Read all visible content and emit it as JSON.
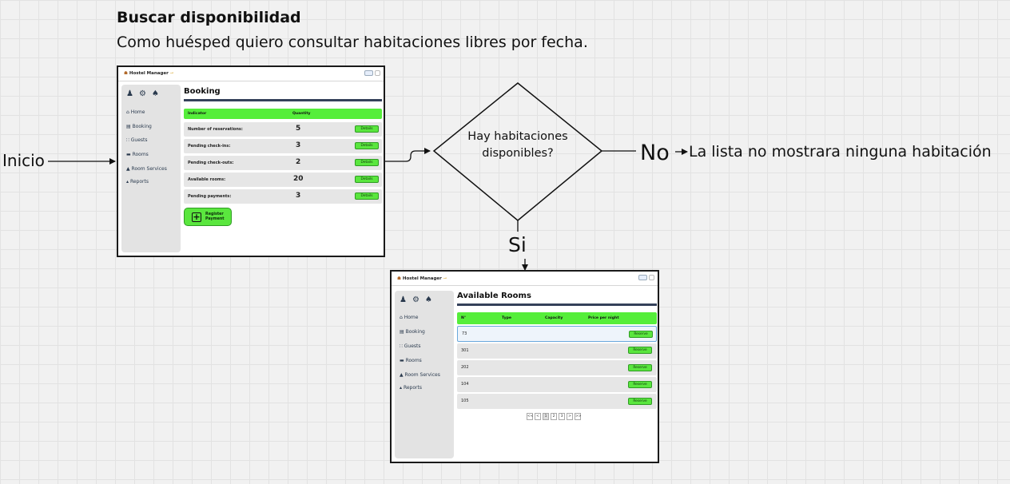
{
  "story": {
    "title": "Buscar disponibilidad",
    "description": "Como huésped quiero consultar habitaciones libres por fecha."
  },
  "flow": {
    "start_label": "Inicio",
    "decision_question": "Hay habitaciones disponibles?",
    "no_label": "No",
    "no_result": "La lista no mostrara ninguna habitación",
    "yes_label": "Si"
  },
  "colors": {
    "accent_green": "#55ee3a",
    "header_rule": "#34415a",
    "sidebar_bg": "#e3e3e3"
  },
  "booking_screen": {
    "app_name": "Hostel Manager",
    "logo_icon": "hostel-logo-icon",
    "toolbar_icons": [
      "check-icon",
      "close-icon"
    ],
    "profile_icons": [
      "user-icon",
      "gear-icon",
      "bell-icon"
    ],
    "sidebar": [
      {
        "icon": "home-icon",
        "label": "Home"
      },
      {
        "icon": "booking-icon",
        "label": "Booking"
      },
      {
        "icon": "guests-icon",
        "label": "Guests"
      },
      {
        "icon": "bed-icon",
        "label": "Rooms"
      },
      {
        "icon": "bell-icon",
        "label": "Room Services"
      },
      {
        "icon": "chart-icon",
        "label": "Reports"
      }
    ],
    "page_title": "Booking",
    "columns": [
      "Indicator",
      "Quantity"
    ],
    "rows": [
      {
        "indicator": "Number of reservations:",
        "quantity": "5",
        "action": "Details"
      },
      {
        "indicator": "Pending check-ins:",
        "quantity": "3",
        "action": "Details"
      },
      {
        "indicator": "Pending check-outs:",
        "quantity": "2",
        "action": "Details"
      },
      {
        "indicator": "Available rooms:",
        "quantity": "20",
        "action": "Details"
      },
      {
        "indicator": "Pending payments:",
        "quantity": "3",
        "action": "Details"
      }
    ],
    "register_button": {
      "icon": "plus-icon",
      "line1": "Register",
      "line2": "Payment"
    }
  },
  "rooms_screen": {
    "app_name": "Hostel Manager",
    "logo_icon": "hostel-logo-icon",
    "toolbar_icons": [
      "check-icon",
      "close-icon"
    ],
    "profile_icons": [
      "user-icon",
      "gear-icon",
      "bell-icon"
    ],
    "sidebar": [
      {
        "icon": "home-icon",
        "label": "Home"
      },
      {
        "icon": "booking-icon",
        "label": "Booking"
      },
      {
        "icon": "guests-icon",
        "label": "Guests"
      },
      {
        "icon": "bed-icon",
        "label": "Rooms"
      },
      {
        "icon": "bell-icon",
        "label": "Room Services"
      },
      {
        "icon": "chart-icon",
        "label": "Reports"
      }
    ],
    "page_title": "Available Rooms",
    "columns": [
      "N°",
      "Type",
      "Capacity",
      "Price per night"
    ],
    "rows": [
      {
        "number": "73",
        "action": "Reserve"
      },
      {
        "number": "301",
        "action": "Reserve"
      },
      {
        "number": "202",
        "action": "Reserve"
      },
      {
        "number": "104",
        "action": "Reserve"
      },
      {
        "number": "105",
        "action": "Reserve"
      }
    ],
    "pagination": [
      "<<",
      "<",
      "1",
      "2",
      "3",
      ">",
      ">>"
    ],
    "current_page": "1"
  }
}
